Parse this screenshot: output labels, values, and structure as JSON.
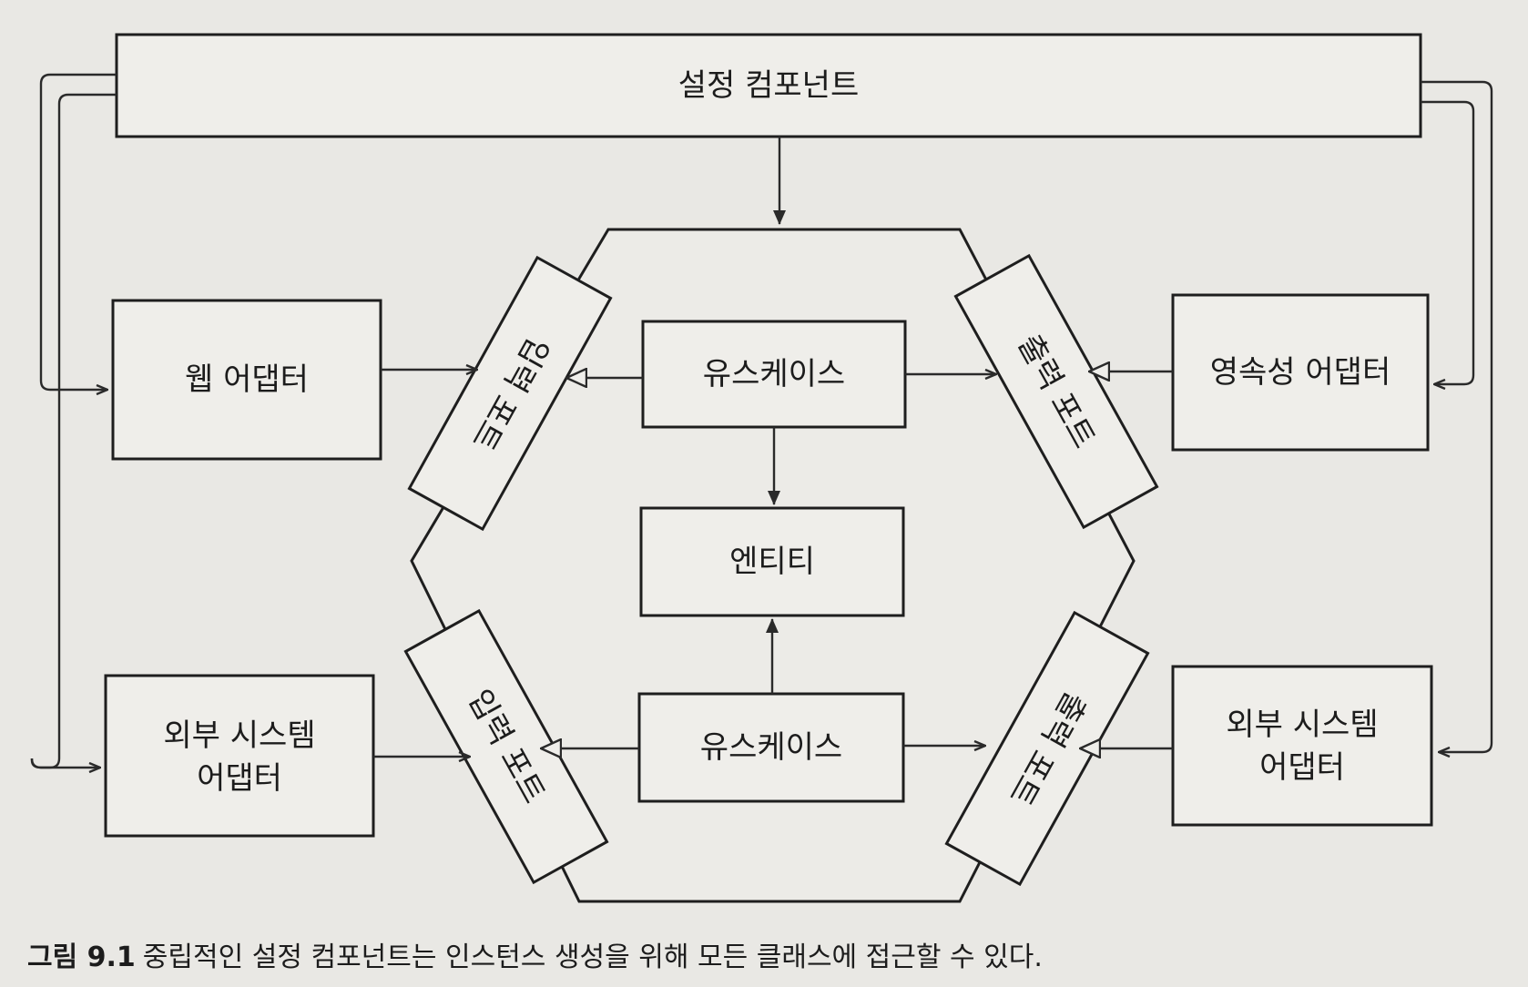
{
  "diagram": {
    "config_component": "설정 컴포넌트",
    "web_adapter": "웹 어댑터",
    "external_adapter_left": {
      "line1": "외부 시스템",
      "line2": "어댑터"
    },
    "persistence_adapter": "영속성 어댑터",
    "external_adapter_right": {
      "line1": "외부 시스템",
      "line2": "어댑터"
    },
    "usecase_top": "유스케이스",
    "usecase_bottom": "유스케이스",
    "entity": "엔티티",
    "input_port_top": "입력 포트",
    "input_port_bottom": "입력 포트",
    "output_port_top": "출력 포트",
    "output_port_bottom": "출력 포트"
  },
  "caption": {
    "figure_number": "그림 9.1",
    "text": "중립적인 설정 컴포넌트는 인스턴스 생성을 위해 모든 클래스에 접근할 수 있다."
  },
  "colors": {
    "background": "#e9e8e4",
    "box_fill": "#efeeea",
    "stroke": "#1e1e1e"
  }
}
